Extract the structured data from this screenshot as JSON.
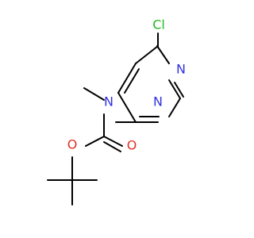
{
  "colors": {
    "background": "#ffffff",
    "bond": "#000000",
    "chlorine": "#1fb81f",
    "nitrogen": "#3030e0",
    "oxygen": "#e0302a"
  },
  "atoms": {
    "chlorine": "Cl",
    "ring_nitrogen_top": "N",
    "ring_nitrogen_bottom": "N",
    "amine_nitrogen": "N",
    "ester_oxygen": "O",
    "carbonyl_oxygen": "O"
  }
}
